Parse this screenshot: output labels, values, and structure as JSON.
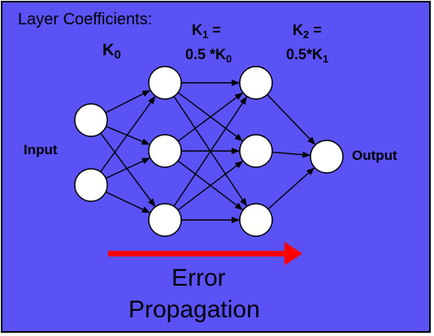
{
  "title": "Layer Coefficients:",
  "coefficients": {
    "k0": {
      "symbol": "K",
      "sub": "0"
    },
    "k1": {
      "symbol": "K",
      "sub": "1",
      "eq": " =",
      "expr_prefix": "0.5 *K",
      "expr_sub": "0"
    },
    "k2": {
      "symbol": "K",
      "sub": "2",
      "eq": " =",
      "expr_prefix": "0.5*K",
      "expr_sub": "1"
    }
  },
  "labels": {
    "input": "Input",
    "output": "Output"
  },
  "caption": {
    "line1": "Error",
    "line2": "Propagation"
  },
  "colors": {
    "panel_background": "#5a52f5",
    "node_fill": "#ffffff",
    "edge": "#000000",
    "arrow": "#ff0000"
  }
}
